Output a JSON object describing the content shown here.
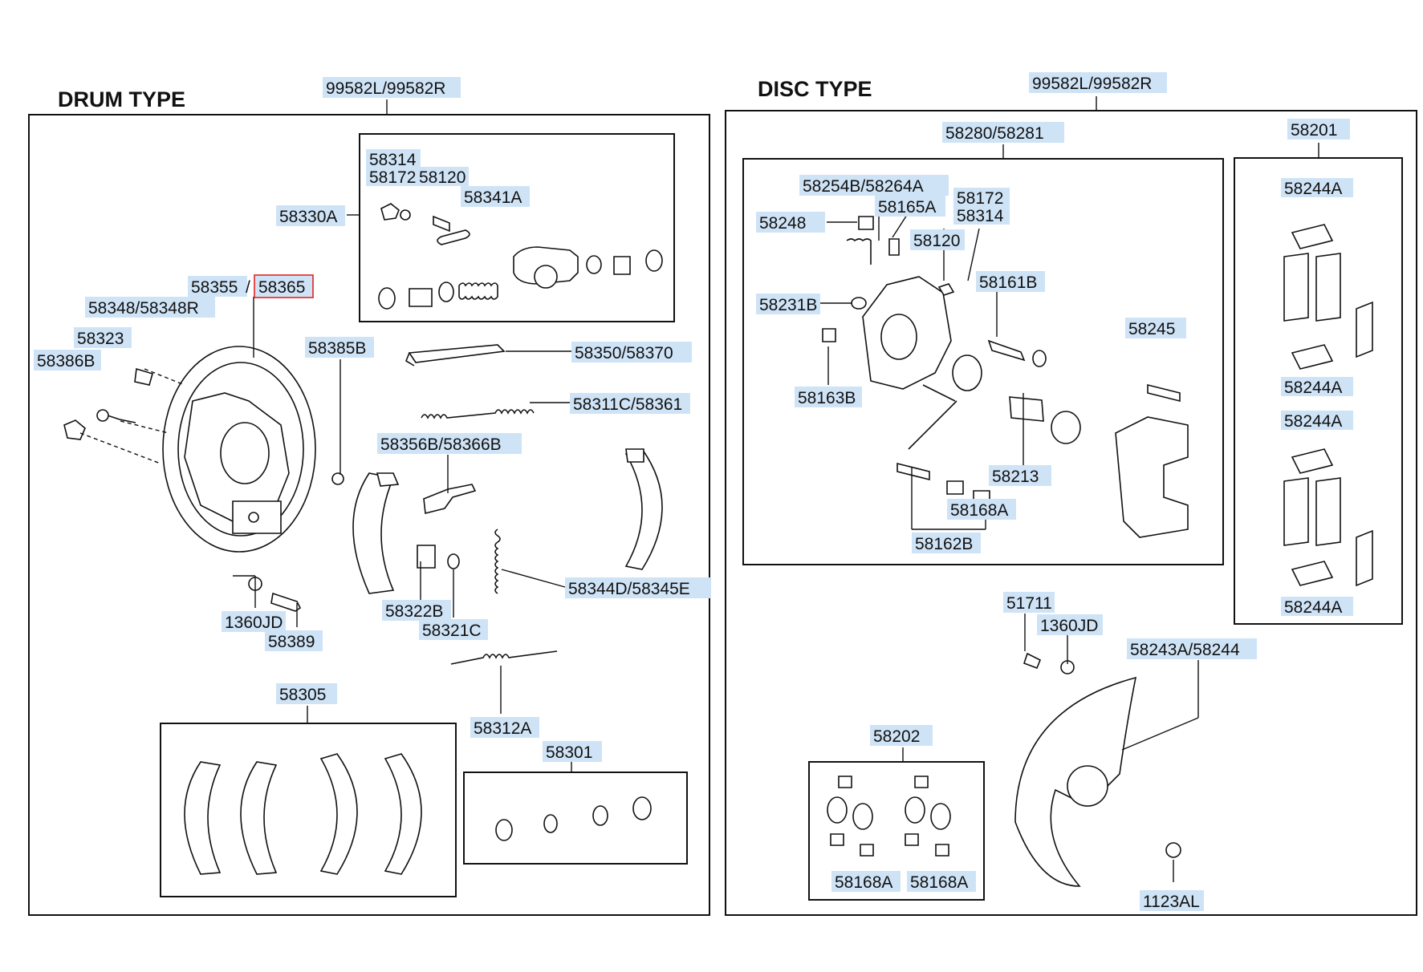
{
  "titles": {
    "drum": "DRUM TYPE",
    "disc": "DISC TYPE"
  },
  "drum_parts": {
    "assembly": "99582L/99582R",
    "cyl_assy": "58330A",
    "p58314": "58314",
    "p58172": "58172",
    "p58120": "58120",
    "p58341A": "58341A",
    "p58355": "58355",
    "slash": "/",
    "p58365": "58365",
    "p58348": "58348/58348R",
    "p58323": "58323",
    "p58386B": "58386B",
    "p58385B": "58385B",
    "p58350": "58350/58370",
    "p58311C": "58311C/58361",
    "p58356B": "58356B/58366B",
    "p58344D": "58344D/58345E",
    "p58322B": "58322B",
    "p58321C": "58321C",
    "p1360JD": "1360JD",
    "p58389": "58389",
    "p58305": "58305",
    "p58312A": "58312A",
    "p58301": "58301"
  },
  "disc_parts": {
    "assembly": "99582L/99582R",
    "caliper": "58280/58281",
    "p58201": "58201",
    "p58254B": "58254B/58264A",
    "p58248": "58248",
    "p58165A": "58165A",
    "p58172": "58172",
    "p58314": "58314",
    "p58120": "58120",
    "p58231B": "58231B",
    "p58161B": "58161B",
    "p58245": "58245",
    "p58163B": "58163B",
    "p58213": "58213",
    "p58168A": "58168A",
    "p58162B": "58162B",
    "pad_clip_1": "58244A",
    "pad_clip_2": "58244A",
    "pad_clip_3": "58244A",
    "pad_clip_4": "58244A",
    "p51711": "51711",
    "p1360JD": "1360JD",
    "p58243A": "58243A/58244",
    "p58202": "58202",
    "seal_1": "58168A",
    "seal_2": "58168A",
    "p1123AL": "1123AL"
  },
  "colors": {
    "label_highlight": "#cfe3f6",
    "selected_outline": "#e02020",
    "ink": "#111111"
  }
}
